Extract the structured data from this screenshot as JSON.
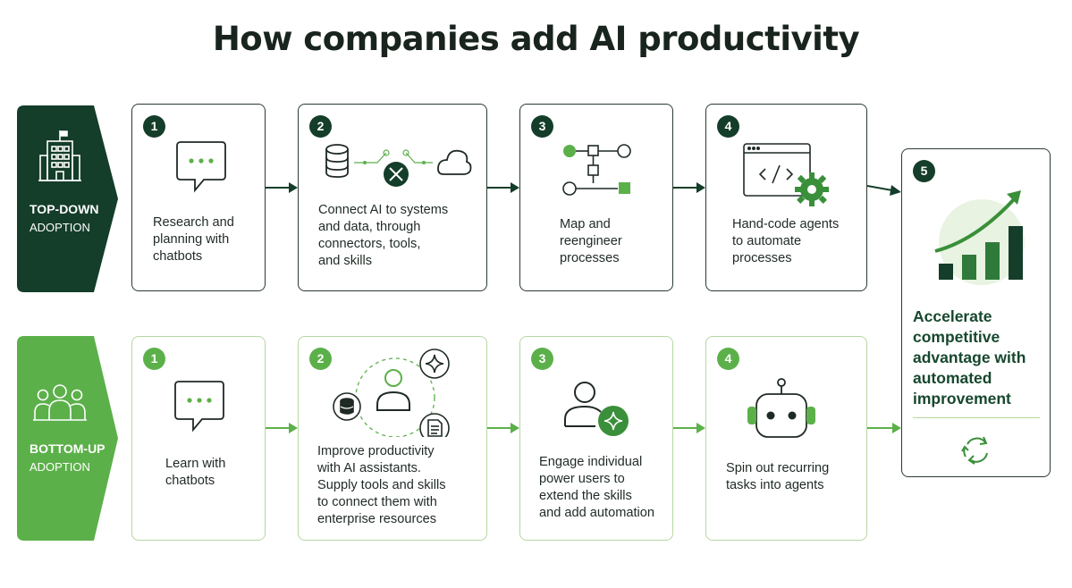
{
  "title": "How companies add AI productivity",
  "colors": {
    "dark_green": "#143d2a",
    "light_green": "#5cb04a",
    "pale_green": "#b6d7a0"
  },
  "top_row": {
    "label": "TOP-DOWN",
    "sublabel": "ADOPTION",
    "icon": "office-building-icon",
    "steps": [
      {
        "number": "1",
        "text": "Research and\nplanning with\nchatbots",
        "icon": "chat-bubble-icon"
      },
      {
        "number": "2",
        "text": "Connect AI to systems\nand data, through\nconnectors, tools,\nand skills",
        "icon": "database-tools-cloud-icon"
      },
      {
        "number": "3",
        "text": "Map and\nreengineer\nprocesses",
        "icon": "process-map-icon"
      },
      {
        "number": "4",
        "text": "Hand-code agents\nto automate\nprocesses",
        "icon": "code-window-gear-icon"
      }
    ]
  },
  "bottom_row": {
    "label": "BOTTOM-UP",
    "sublabel": "ADOPTION",
    "icon": "people-group-icon",
    "steps": [
      {
        "number": "1",
        "text": "Learn with\nchatbots",
        "icon": "chat-bubble-icon"
      },
      {
        "number": "2",
        "text": "Improve productivity\nwith AI assistants.\nSupply tools and skills\nto connect them with\nenterprise resources",
        "icon": "user-network-icon"
      },
      {
        "number": "3",
        "text": "Engage individual\npower users to\nextend the skills\nand add automation",
        "icon": "user-sparkle-icon"
      },
      {
        "number": "4",
        "text": "Spin out recurring\ntasks into agents",
        "icon": "robot-icon"
      }
    ]
  },
  "final_step": {
    "number": "5",
    "text": "Accelerate\ncompetitive\nadvantage with\nautomated\nimprovement",
    "icon": "growth-chart-icon",
    "footer_icon": "cycle-arrows-icon"
  }
}
